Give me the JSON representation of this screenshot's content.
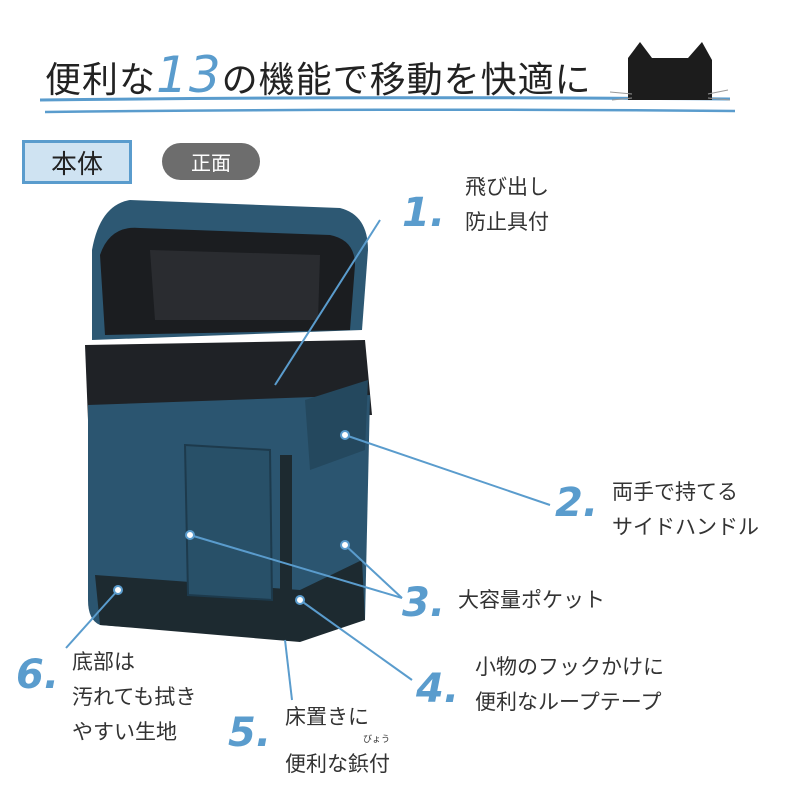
{
  "title": {
    "before": "便利な",
    "number": "13",
    "after": "の機能で移動を快適に"
  },
  "tags": {
    "main": "本体",
    "view": "正面"
  },
  "colors": {
    "accent": "#5a9ccd",
    "bag": "#2b5570",
    "pill": "#6d6d6d"
  },
  "callouts": [
    {
      "number": "1.",
      "lines": [
        "飛び出し",
        "防止具付"
      ]
    },
    {
      "number": "2.",
      "lines": [
        "両手で持てる",
        "サイドハンドル"
      ]
    },
    {
      "number": "3.",
      "lines": [
        "大容量ポケット"
      ]
    },
    {
      "number": "4.",
      "lines": [
        "小物のフックかけに",
        "便利なループテープ"
      ]
    },
    {
      "number": "5.",
      "lines": [
        "床置きに",
        "便利な鋲付"
      ],
      "ruby": "びょう"
    },
    {
      "number": "6.",
      "lines": [
        "底部は",
        "汚れても拭き",
        "やすい生地"
      ]
    }
  ]
}
